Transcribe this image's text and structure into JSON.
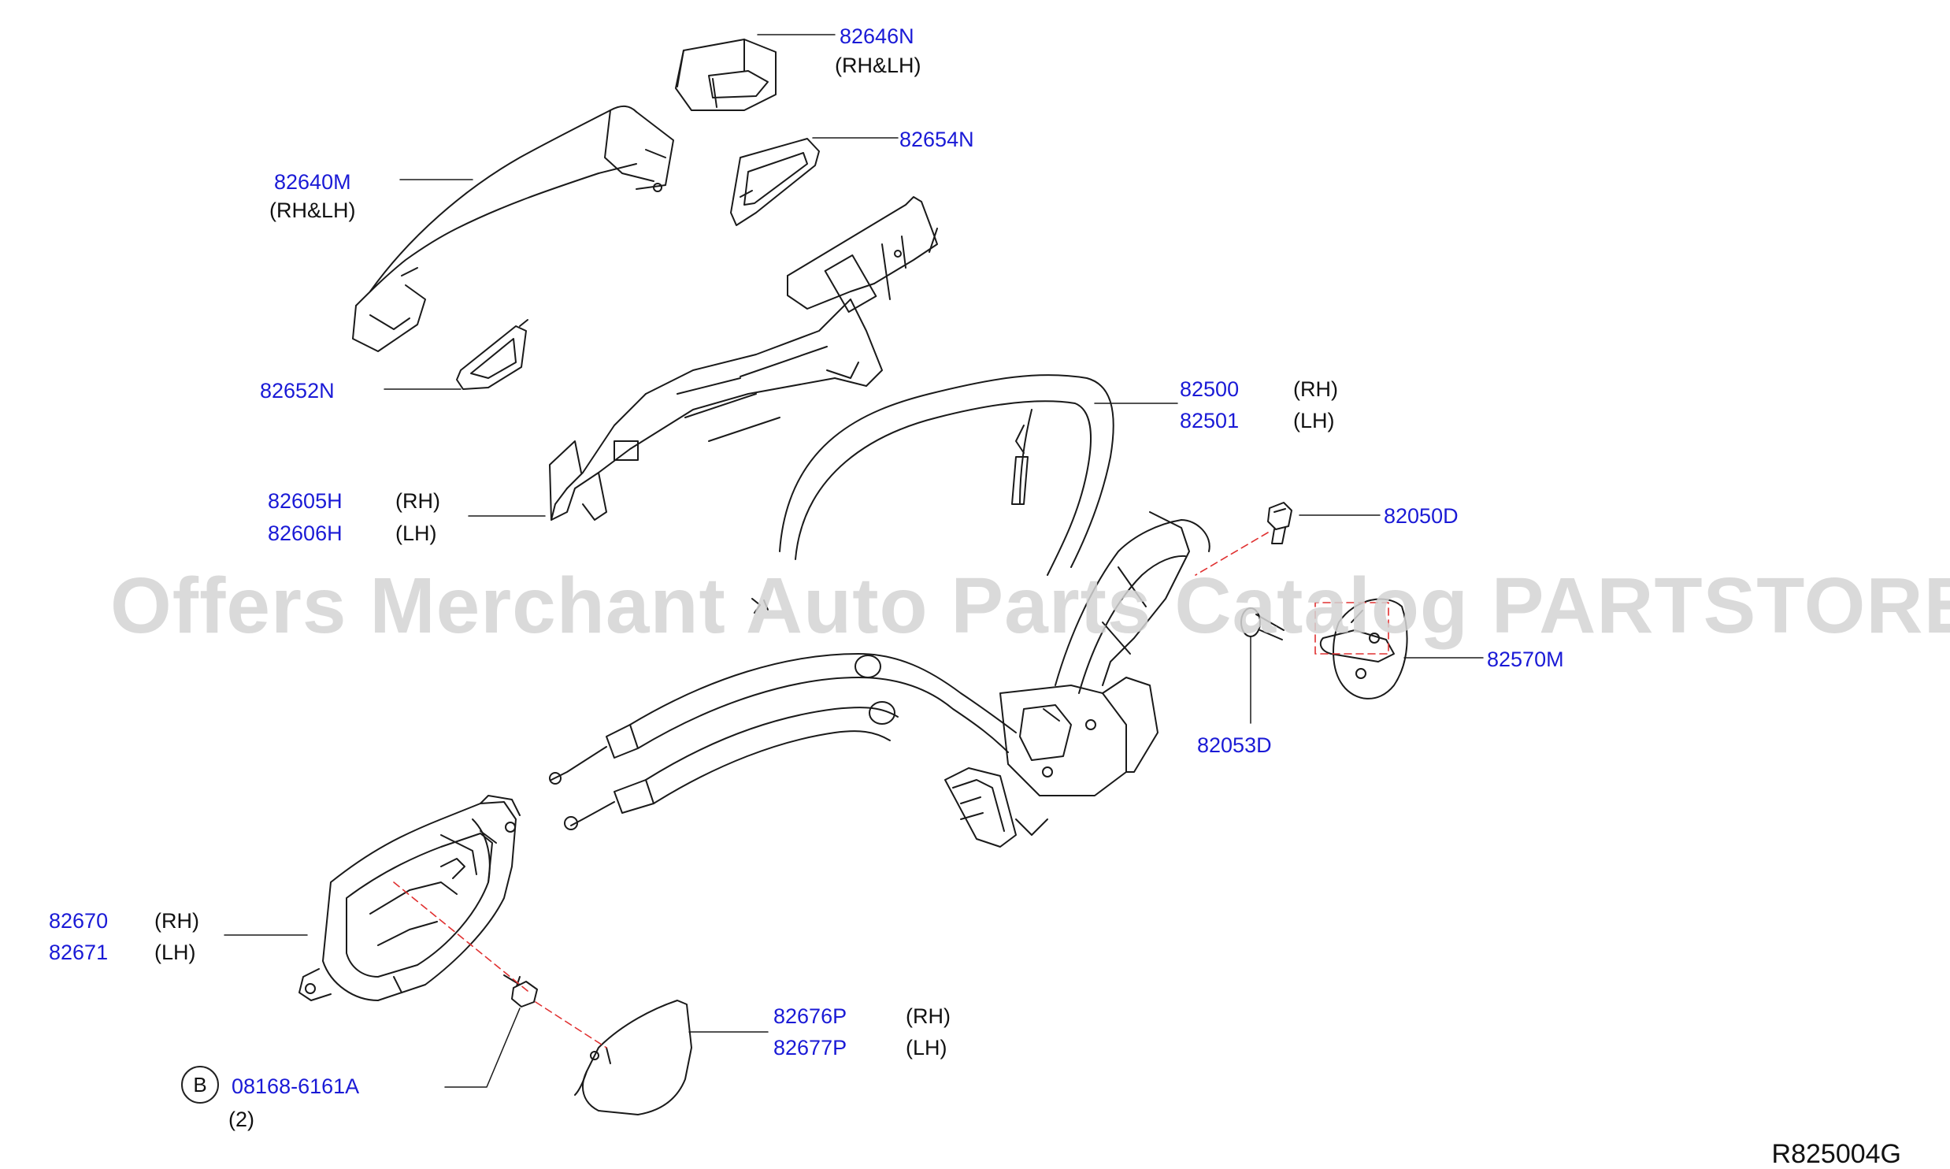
{
  "watermark": "Offers Merchant Auto Parts Catalog PARTSTORE.SA",
  "reference_code": "R825004G",
  "callouts": {
    "p82646n": {
      "number": "82646N",
      "note": "(RH&LH)"
    },
    "p82654n": {
      "number": "82654N"
    },
    "p82640m": {
      "number": "82640M",
      "note": "(RH&LH)"
    },
    "p82652n": {
      "number": "82652N"
    },
    "p82605h": {
      "number": "82605H",
      "side": "(RH)"
    },
    "p82606h": {
      "number": "82606H",
      "side": "(LH)"
    },
    "p82500": {
      "number": "82500",
      "side": "(RH)"
    },
    "p82501": {
      "number": "82501",
      "side": "(LH)"
    },
    "p82050d": {
      "number": "82050D"
    },
    "p82570m": {
      "number": "82570M"
    },
    "p82053d": {
      "number": "82053D"
    },
    "p82670": {
      "number": "82670",
      "side": "(RH)"
    },
    "p82671": {
      "number": "82671",
      "side": "(LH)"
    },
    "p82676p": {
      "number": "82676P",
      "side": "(RH)"
    },
    "p82677p": {
      "number": "82677P",
      "side": "(LH)"
    },
    "p08168": {
      "marker": "B",
      "number": "08168-6161A",
      "qty": "(2)"
    }
  },
  "colors": {
    "label": "#1a1ad6",
    "line_art": "#1a1a1a",
    "dashed_alignment": "#e03030",
    "watermark": "#d4d4d4"
  }
}
